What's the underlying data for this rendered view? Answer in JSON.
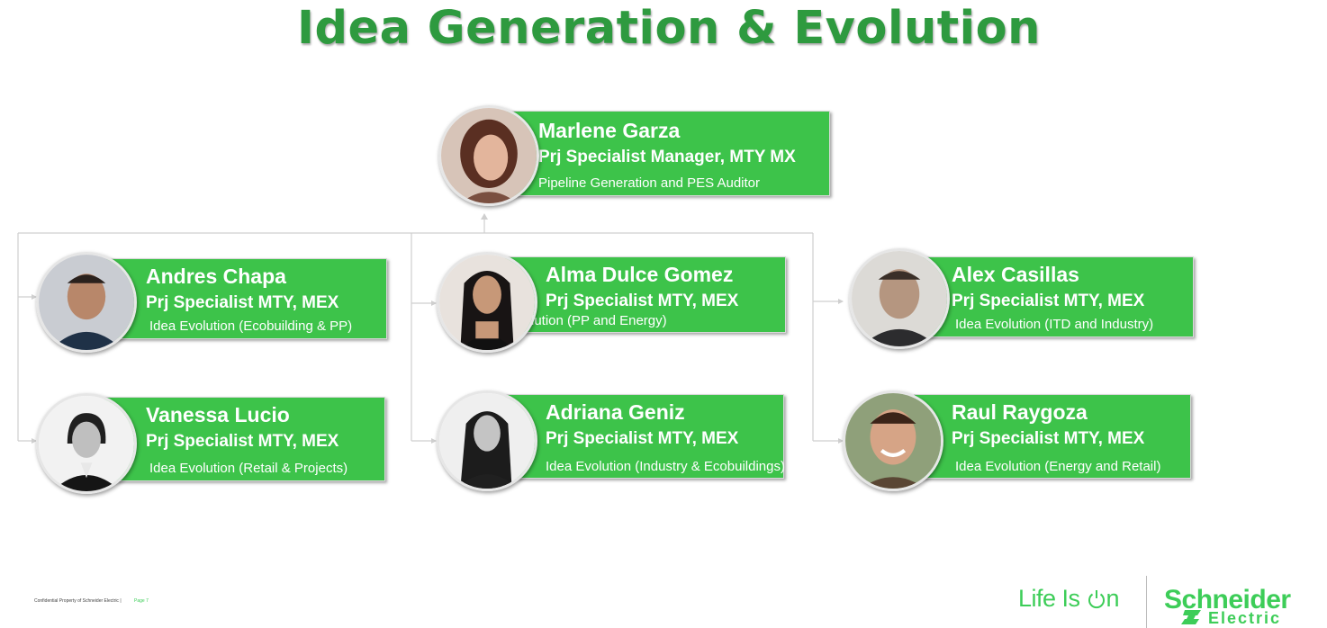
{
  "title": "Idea Generation & Evolution",
  "colors": {
    "title": "#2e9a3f",
    "card": "#3dc34a",
    "brand": "#3dcd58",
    "connector": "#cfcfcf"
  },
  "people": [
    {
      "name": "Marlene Garza",
      "role": "Prj Specialist Manager, MTY MX",
      "desc": "Pipeline Generation and PES Auditor"
    },
    {
      "name": "Andres Chapa",
      "role": "Prj Specialist MTY, MEX",
      "desc": "Idea Evolution (Ecobuilding & PP)"
    },
    {
      "name": "Alma Dulce Gomez",
      "role": "Prj Specialist MTY, MEX",
      "desc": "lution (PP and Energy)"
    },
    {
      "name": "Alex Casillas",
      "role": "Prj Specialist MTY, MEX",
      "desc": "Idea Evolution (ITD and Industry)"
    },
    {
      "name": "Vanessa Lucio",
      "role": "Prj Specialist MTY, MEX",
      "desc": "Idea Evolution (Retail & Projects)"
    },
    {
      "name": "Adriana Geniz",
      "role": "Prj Specialist MTY, MEX",
      "desc": "Idea Evolution (Industry & Ecobuildings)"
    },
    {
      "name": "Raul Raygoza",
      "role": "Prj Specialist MTY, MEX",
      "desc": "Idea Evolution (Energy and Retail)"
    }
  ],
  "footer": {
    "confidential": "Confidential Property of Schneider Electric |",
    "page": "Page 7",
    "tagline_prefix": "Life Is ",
    "tagline_suffix": "n",
    "brand_line1": "Schneider",
    "brand_line2": "Electric"
  }
}
